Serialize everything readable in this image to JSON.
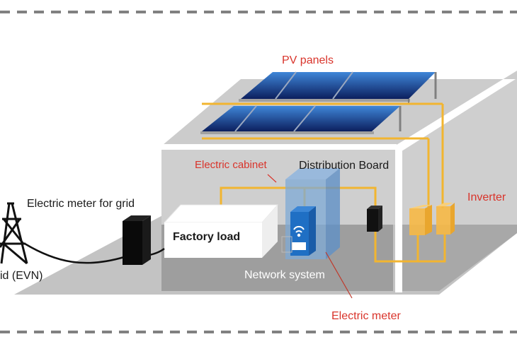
{
  "labels": {
    "pv_panels": "PV panels",
    "electric_cabinet": "Electric cabinet",
    "distribution_board": "Distribution Board",
    "electric_meter_grid": "Electric meter for grid",
    "inverter": "Inverter",
    "factory_load": "Factory load",
    "grid": "id (EVN)",
    "network_system": "Network system",
    "electric_meter": "Electric meter"
  },
  "colors": {
    "label_red": "#d9342b",
    "wire": "#f2b530",
    "building_light": "#c9c9c9",
    "building_dark": "#9b9b9b",
    "panel_blue": "#1a4fa8",
    "cabinet_blue": "#1f6fc4",
    "inverter_orange": "#f6b845"
  }
}
